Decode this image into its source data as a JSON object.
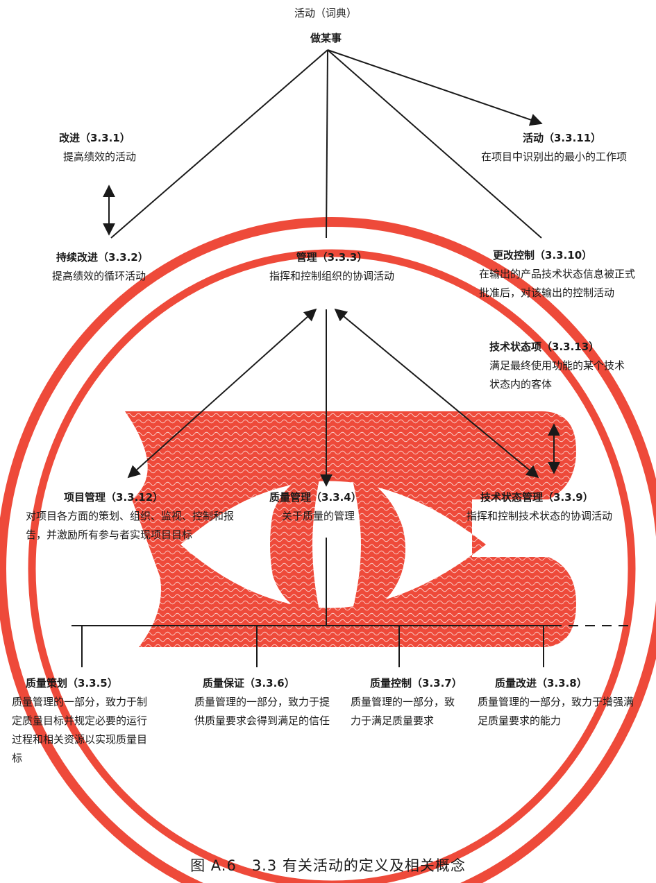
{
  "colors": {
    "accent": "#ee4a3a",
    "line": "#1a1a1a"
  },
  "top": {
    "dict_label": "活动（词典）",
    "root": "做某事"
  },
  "nodes": {
    "improvement": {
      "title": "改进（3.3.1）",
      "desc": "提高绩效的活动"
    },
    "continual_improvement": {
      "title": "持续改进（3.3.2）",
      "desc": "提高绩效的循环活动"
    },
    "management": {
      "title": "管理（3.3.3）",
      "desc": "指挥和控制组织的协调活动"
    },
    "activity": {
      "title": "活动（3.3.11）",
      "desc": "在项目中识别出的最小的工作项"
    },
    "change_control": {
      "title": "更改控制（3.3.10）",
      "desc": "在输出的产品技术状态信息被正式批准后，对该输出的控制活动"
    },
    "config_object": {
      "title": "技术状态项（3.3.13）",
      "desc": "满足最终使用功能的某个技术状态内的客体"
    },
    "project_mgmt": {
      "title": "项目管理（3.3.12）",
      "desc": "对项目各方面的策划、组织、监视、控制和报告，并激励所有参与者实现项目目标"
    },
    "quality_mgmt": {
      "title": "质量管理（3.3.4）",
      "desc": "关于质量的管理"
    },
    "config_mgmt": {
      "title": "技术状态管理（3.3.9）",
      "desc": "指挥和控制技术状态的协调活动"
    },
    "quality_planning": {
      "title": "质量策划（3.3.5）",
      "desc": "质量管理的一部分，致力于制定质量目标并规定必要的运行过程和相关资源以实现质量目标"
    },
    "quality_assurance": {
      "title": "质量保证（3.3.6）",
      "desc": "质量管理的一部分，致力于提供质量要求会得到满足的信任"
    },
    "quality_control": {
      "title": "质量控制（3.3.7）",
      "desc": "质量管理的一部分，致力于满足质量要求"
    },
    "quality_improvement": {
      "title": "质量改进（3.3.8）",
      "desc": "质量管理的一部分，致力于增强满足质量要求的能力"
    }
  },
  "caption": "图 A.6　3.3 有关活动的定义及相关概念"
}
